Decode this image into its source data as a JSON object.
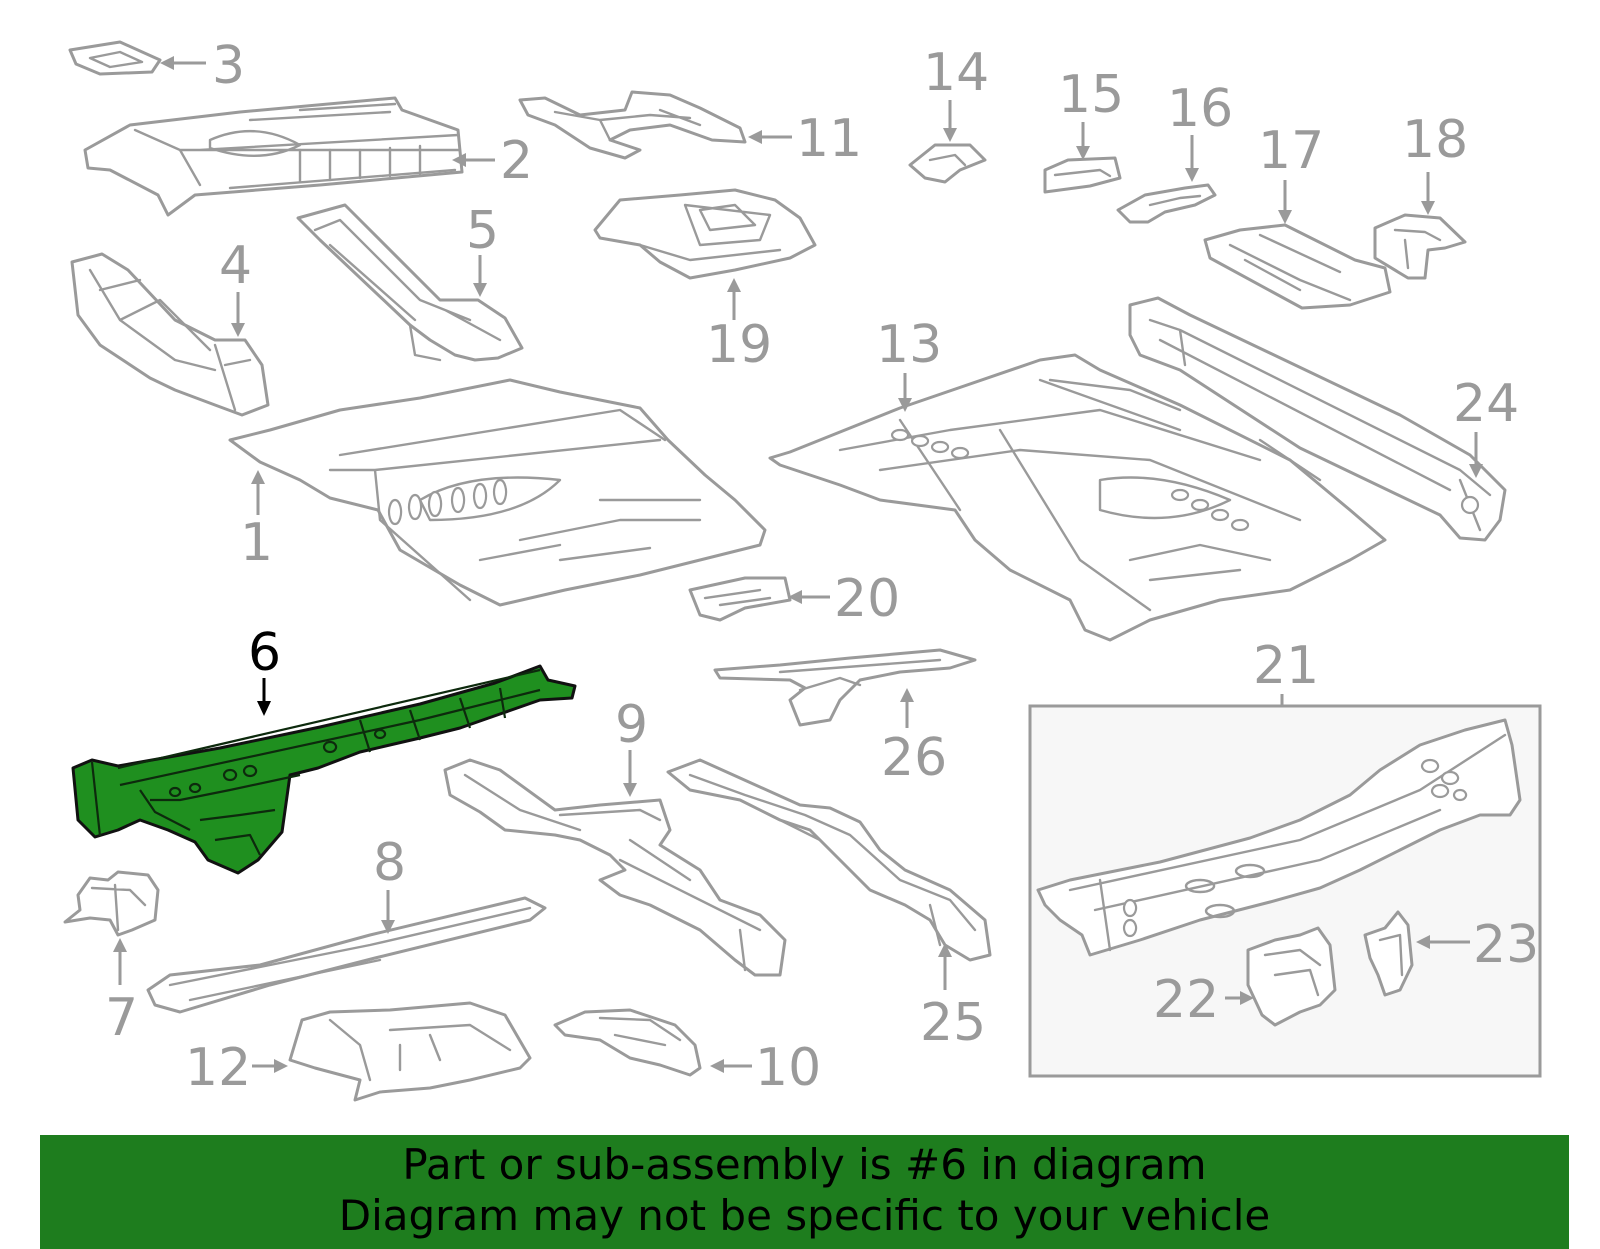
{
  "colors": {
    "highlight": "#1f8f1f",
    "banner_bg": "#1e7d1e",
    "line_gray": "#9a9a9a"
  },
  "diagram": {
    "highlighted_part": "6",
    "callouts": {
      "c1": "1",
      "c2": "2",
      "c3": "3",
      "c4": "4",
      "c5": "5",
      "c6": "6",
      "c7": "7",
      "c8": "8",
      "c9": "9",
      "c10": "10",
      "c11": "11",
      "c12": "12",
      "c13": "13",
      "c14": "14",
      "c15": "15",
      "c16": "16",
      "c17": "17",
      "c18": "18",
      "c19": "19",
      "c20": "20",
      "c21": "21",
      "c22": "22",
      "c23": "23",
      "c24": "24",
      "c25": "25",
      "c26": "26"
    }
  },
  "banner": {
    "line1": "Part or sub-assembly is #6 in diagram",
    "line2": "Diagram may not be specific to your vehicle"
  }
}
